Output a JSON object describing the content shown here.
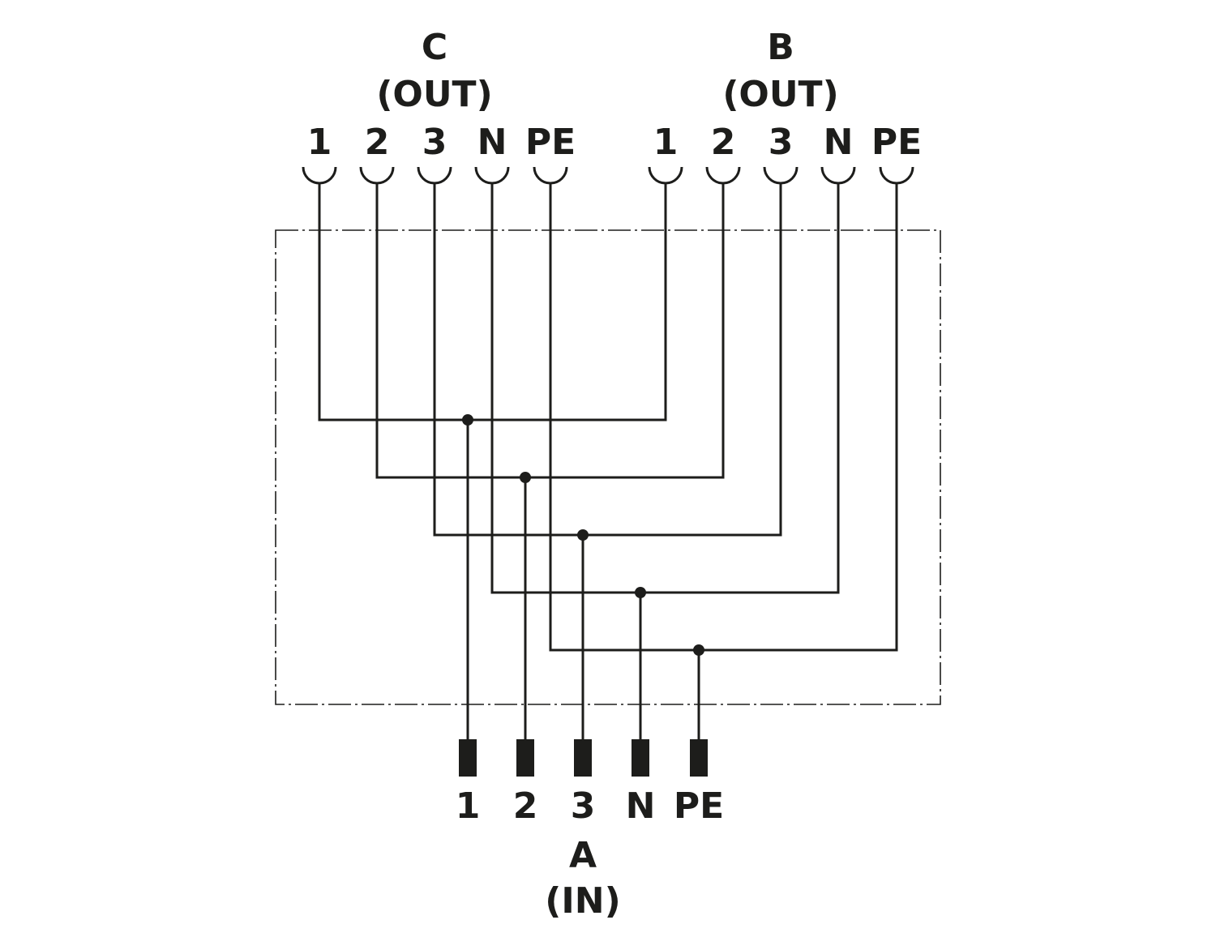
{
  "connector_c": {
    "name": "C",
    "role": "(OUT)",
    "pins": [
      "1",
      "2",
      "3",
      "N",
      "PE"
    ]
  },
  "connector_b": {
    "name": "B",
    "role": "(OUT)",
    "pins": [
      "1",
      "2",
      "3",
      "N",
      "PE"
    ]
  },
  "connector_a": {
    "name": "A",
    "role": "(IN)",
    "pins": [
      "1",
      "2",
      "3",
      "N",
      "PE"
    ]
  },
  "colors": {
    "line": "#1d1d1b",
    "background": "#ffffff"
  }
}
